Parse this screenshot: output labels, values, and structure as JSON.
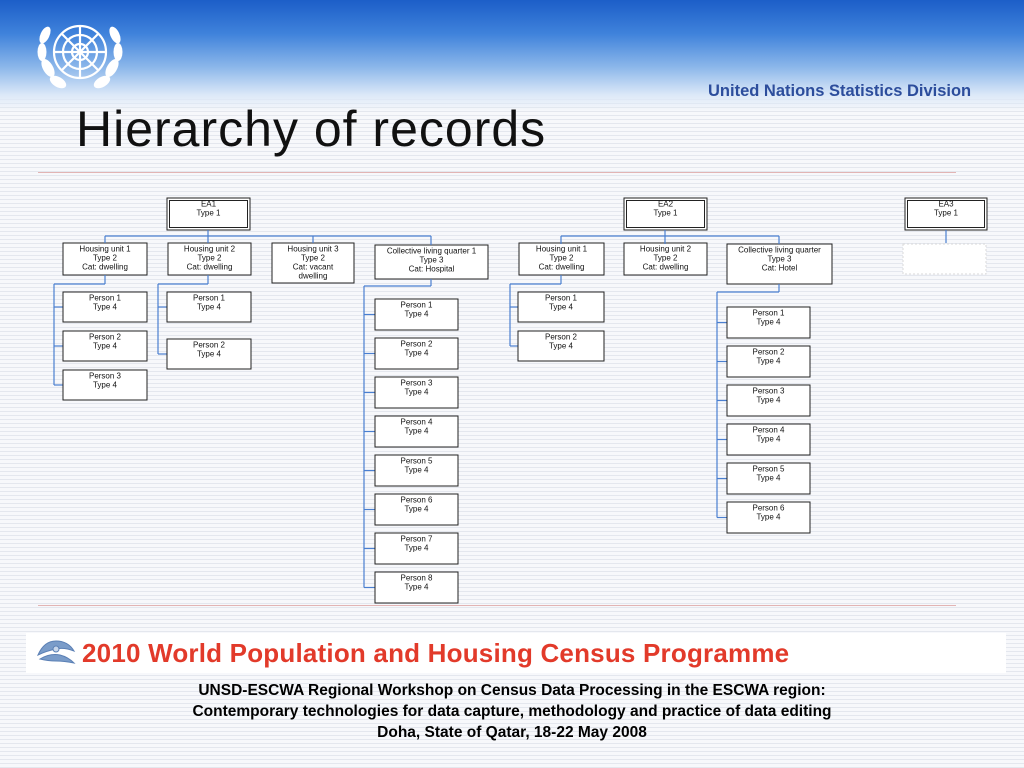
{
  "header": {
    "division": "United Nations Statistics Division",
    "title": "Hierarchy of records"
  },
  "colors": {
    "accent_blue": "#1c5ec8",
    "banner_red": "#e23a2a",
    "division_blue": "#2c4d9c"
  },
  "icons": {
    "emblem": "un-emblem-icon",
    "census": "census-logo-icon"
  },
  "diagram": {
    "ea": [
      {
        "label": "EA1",
        "type": "Type 1"
      },
      {
        "label": "EA2",
        "type": "Type 1"
      },
      {
        "label": "EA3",
        "type": "Type 1"
      }
    ],
    "units": [
      {
        "lines": [
          "Housing unit 1",
          "Type 2",
          "Cat: dwelling"
        ]
      },
      {
        "lines": [
          "Housing unit 2",
          "Type 2",
          "Cat: dwelling"
        ]
      },
      {
        "lines": [
          "Housing unit 3",
          "Type 2",
          "Cat: vacant",
          "dwelling"
        ]
      },
      {
        "lines": [
          "Collective living quarter 1",
          "Type 3",
          "Cat: Hospital"
        ]
      },
      {
        "lines": [
          "Housing unit 1",
          "Type 2",
          "Cat: dwelling"
        ]
      },
      {
        "lines": [
          "Housing unit  2",
          "Type 2",
          "Cat: dwelling"
        ]
      },
      {
        "lines": [
          "Collective living quarter",
          "Type 3",
          "Cat: Hotel"
        ]
      }
    ],
    "person_type": "Type 4",
    "persons": [
      {
        "unit": 0,
        "labels": [
          "Person 1",
          "Person 2",
          "Person 3"
        ]
      },
      {
        "unit": 1,
        "labels": [
          "Person 1",
          "Person 2"
        ]
      },
      {
        "unit": 3,
        "labels": [
          "Person 1",
          "Person 2",
          "Person 3",
          "Person 4",
          "Person 5",
          "Person 6",
          "Person 7",
          "Person 8"
        ]
      },
      {
        "unit": 4,
        "labels": [
          "Person 1",
          "Person 2"
        ]
      },
      {
        "unit": 6,
        "labels": [
          "Person 1",
          "Person 2",
          "Person 3",
          "Person 4",
          "Person 5",
          "Person 6"
        ]
      }
    ]
  },
  "banner": {
    "text": "2010 World Population and Housing Census Programme"
  },
  "footer": {
    "line1": "UNSD-ESCWA Regional Workshop on Census Data Processing in the ESCWA region:",
    "line2": "Contemporary technologies for data capture, methodology and practice of data editing",
    "line3": "Doha, State of Qatar, 18-22 May 2008"
  }
}
